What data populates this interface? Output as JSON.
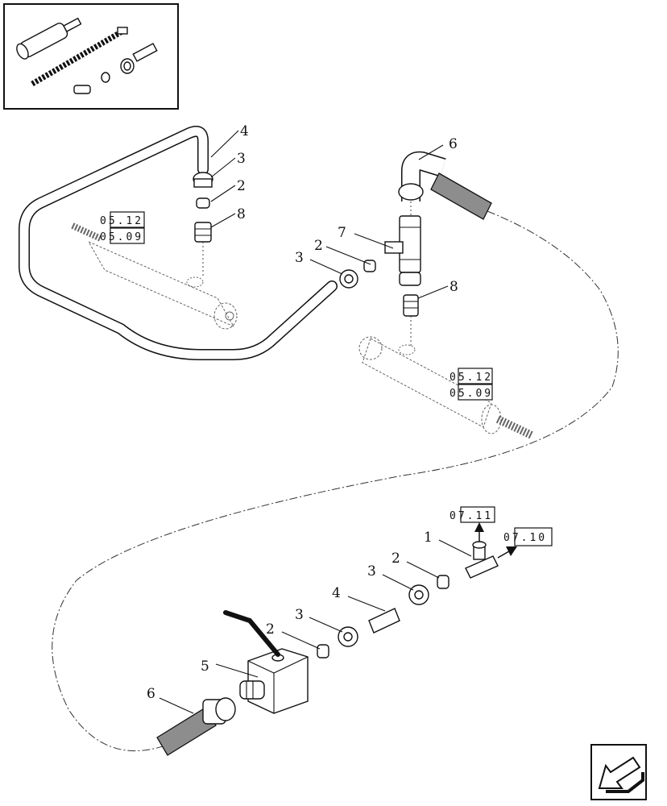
{
  "callouts": {
    "top_tube": "4",
    "top_nut": "3",
    "top_ring": "2",
    "top_adapter": "8",
    "top_tee": "7",
    "mid_ring": "2",
    "mid_nut": "3",
    "mid_adapter": "8",
    "elbow_hose": "6",
    "bot_tee": "1",
    "bot_ring_a": "2",
    "bot_nut_a": "3",
    "bot_tube": "4",
    "bot_nut_b": "3",
    "bot_ring_b": "2",
    "valve": "5",
    "bot_hose": "6"
  },
  "refs": {
    "cyl_left_a": "05.12",
    "cyl_left_b": "05.09",
    "cyl_right_a": "05.12",
    "cyl_right_b": "05.09",
    "tee_up": "07.11",
    "tee_right": "07.10"
  },
  "icons": [
    "inset-parts-icon",
    "nav-arrow-icon"
  ]
}
